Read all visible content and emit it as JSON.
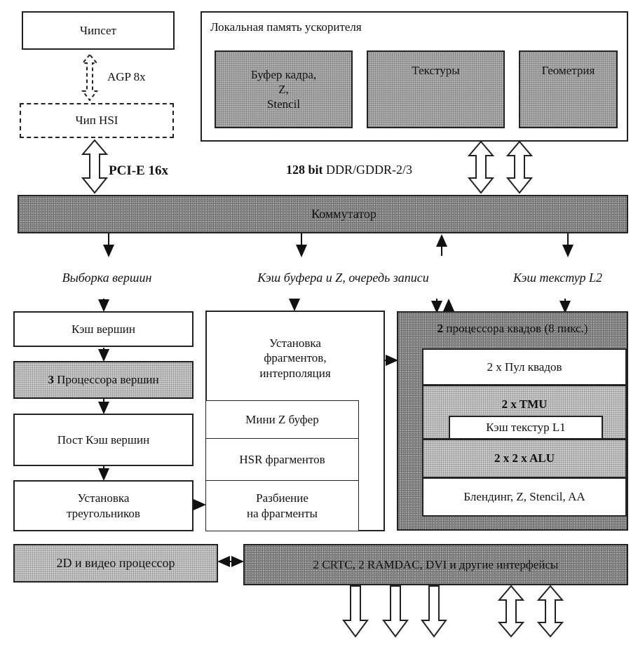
{
  "top": {
    "chipset": "Чипсет",
    "agp_label": "AGP 8x",
    "hsi_chip": "Чип HSI",
    "pcie_label": "PCI-E 16x",
    "memory_bus_bold": "128 bit",
    "memory_bus_rest": "DDR/GDDR-2/3"
  },
  "local_memory": {
    "title": "Локальная память ускорителя",
    "framebuffer_line1": "Буфер кадра,",
    "framebuffer_line2": "Z,",
    "framebuffer_line3": "Stencil",
    "textures": "Текстуры",
    "geometry": "Геометрия"
  },
  "bus_bar": {
    "label": "Коммутатор"
  },
  "fetch_row": {
    "vertex_fetch": "Выборка вершин",
    "z_cache": "Кэш буфера и Z, очередь записи",
    "texture_cache_l2": "Кэш текстур L2"
  },
  "vertex_column": {
    "vertex_cache": "Кэш вершин",
    "processors_num": "3",
    "processors_label": "Процессора вершин",
    "post_cache": "Пост Кэш вершин",
    "triangle_setup_line1": "Установка",
    "triangle_setup_line2": "треугольников"
  },
  "fragment_column": {
    "setup_line1": "Установка",
    "setup_line2": "фрагментов,",
    "setup_line3": "интерполяция",
    "mini_z": "Мини Z буфер",
    "hsr": "HSR фрагментов",
    "split_line1": "Разбиение",
    "split_line2": "на фрагменты"
  },
  "quad_processors": {
    "title_num": "2",
    "title_rest": "процессора квадов (8 пикс.)",
    "quad_pool": "2 x Пул квадов",
    "tmu": "2 x TMU",
    "l1_cache": "Кэш текстур L1",
    "alu": "2 x 2 x ALU",
    "blending": "Блендинг, Z, Stencil, AA"
  },
  "bottom": {
    "video_2d": "2D и видео процессор",
    "interfaces": "2 CRTC, 2 RAMDAC, DVI и другие интерфейсы"
  }
}
